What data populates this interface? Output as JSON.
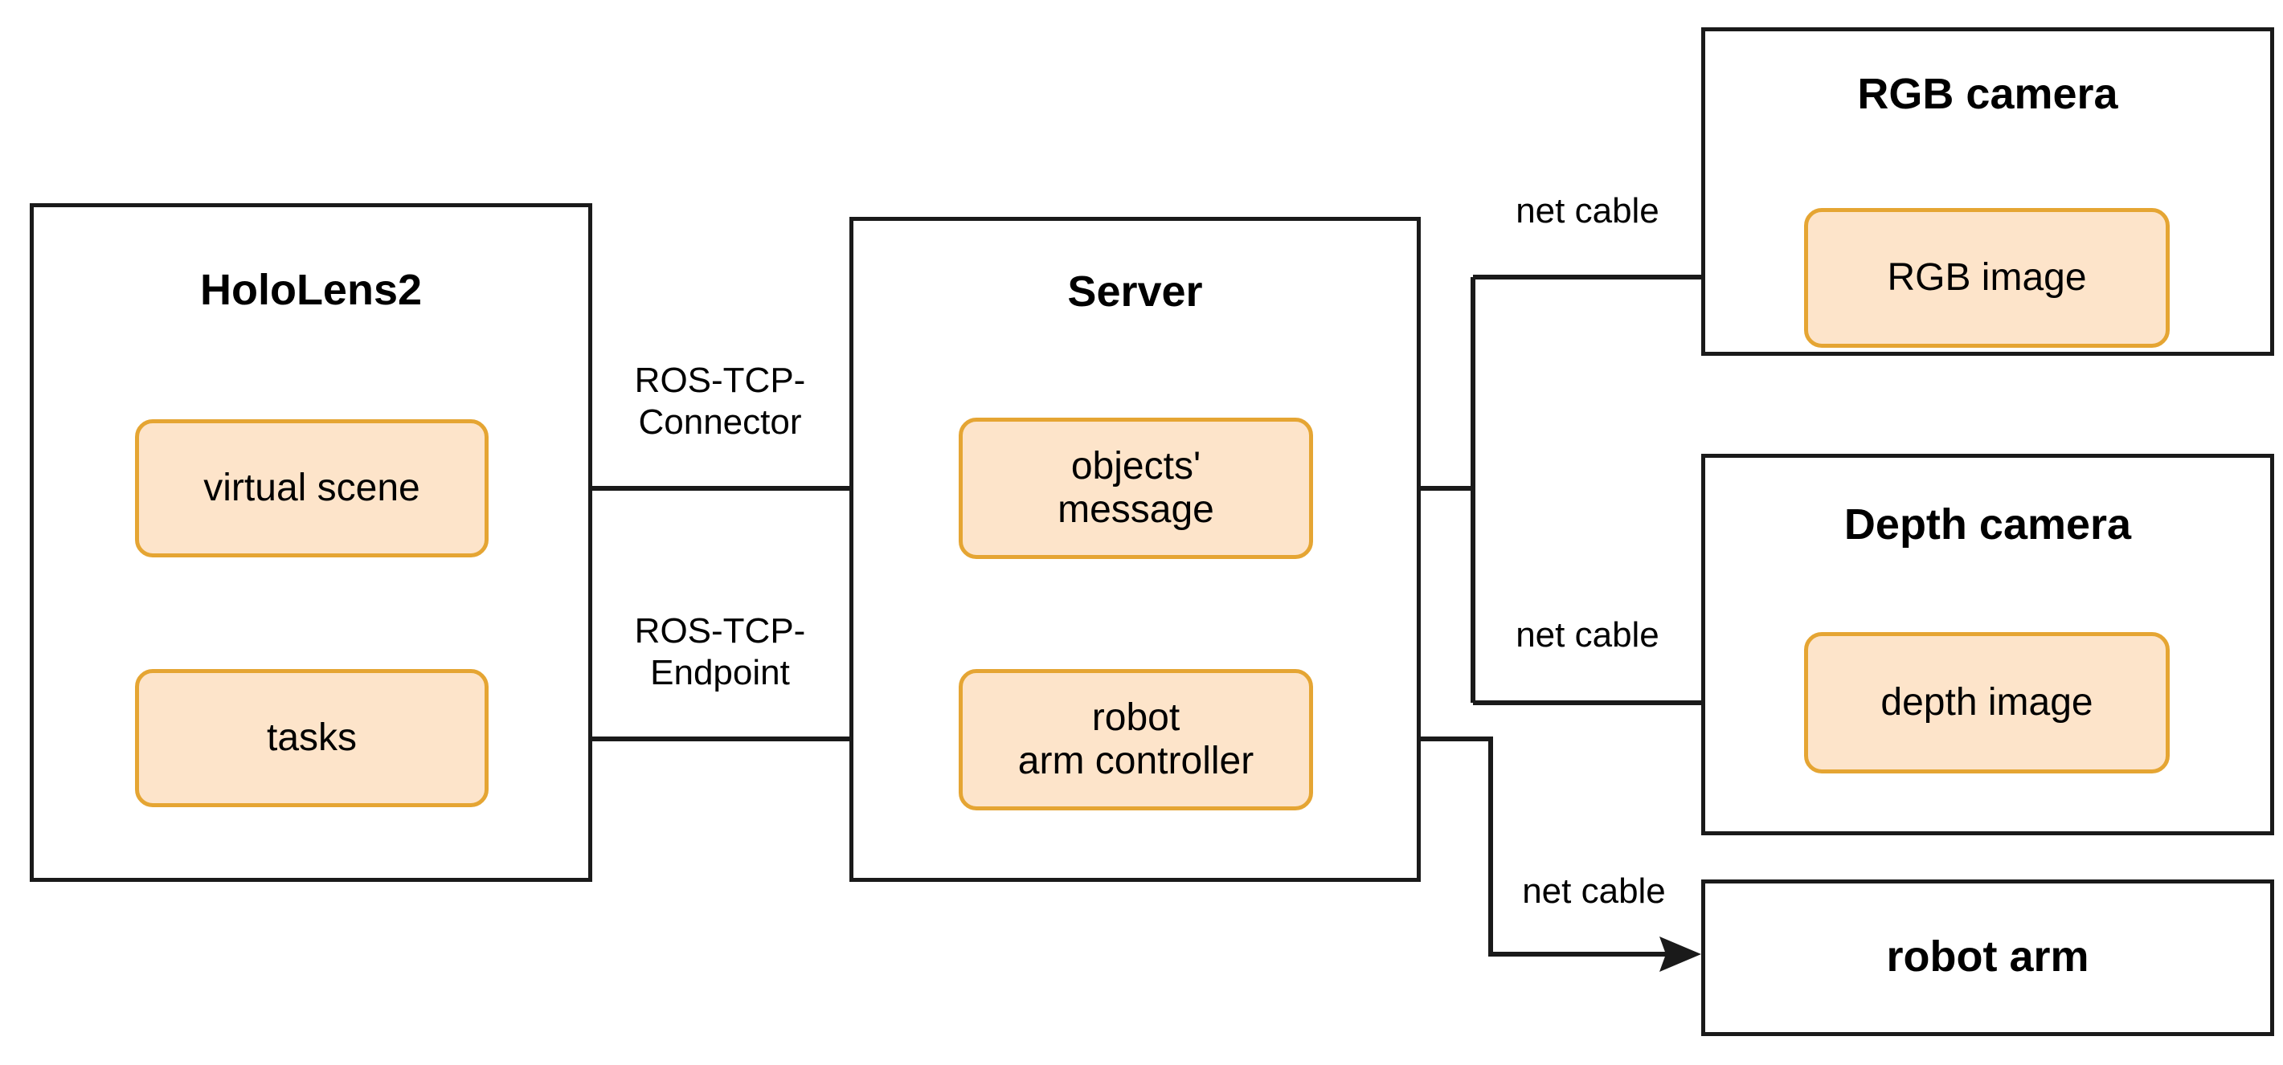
{
  "diagram": {
    "title": "System architecture: HoloLens2 / Server / sensors / robot arm",
    "colors": {
      "node_fill": "#fde4ca",
      "node_border": "#e5a533",
      "container_border": "#1a1a1a",
      "line": "#1a1a1a",
      "background": "#ffffff",
      "text": "#000000"
    },
    "containers": [
      {
        "id": "hololens2",
        "label": "HoloLens2"
      },
      {
        "id": "server",
        "label": "Server"
      },
      {
        "id": "rgb-camera",
        "label": "RGB camera"
      },
      {
        "id": "depth-camera",
        "label": "Depth camera"
      },
      {
        "id": "robot-arm",
        "label": "robot arm"
      }
    ],
    "nodes": [
      {
        "id": "virtual-scene",
        "label": "virtual scene",
        "parent": "hololens2"
      },
      {
        "id": "tasks",
        "label": "tasks",
        "parent": "hololens2"
      },
      {
        "id": "objects-message",
        "label": "objects'\nmessage",
        "parent": "server"
      },
      {
        "id": "robot-arm-controller",
        "label": "robot\narm controller",
        "parent": "server"
      },
      {
        "id": "rgb-image",
        "label": "RGB image",
        "parent": "rgb-camera"
      },
      {
        "id": "depth-image",
        "label": "depth image",
        "parent": "depth-camera"
      }
    ],
    "edge_labels": [
      {
        "id": "ros-tcp-connector",
        "label": "ROS-TCP-\nConnector"
      },
      {
        "id": "ros-tcp-endpoint",
        "label": "ROS-TCP-\nEndpoint"
      },
      {
        "id": "net-cable-rgb",
        "label": "net cable"
      },
      {
        "id": "net-cable-depth",
        "label": "net cable"
      },
      {
        "id": "net-cable-robot",
        "label": "net cable"
      }
    ],
    "edges": [
      {
        "id": "edge-objects-to-virtual-scene",
        "from": "objects-message",
        "to": "virtual-scene",
        "arrow": "to",
        "label": "ROS-TCP-Connector"
      },
      {
        "id": "edge-tasks-to-controller",
        "from": "tasks",
        "to": "robot-arm-controller",
        "arrow": "to",
        "label": "ROS-TCP-Endpoint"
      },
      {
        "id": "edge-rgb-to-objects",
        "from": "rgb-image",
        "to": "objects-message",
        "arrow": "to",
        "label": "net cable"
      },
      {
        "id": "edge-depth-to-objects",
        "from": "depth-image",
        "to": "objects-message",
        "arrow": "to",
        "label": "net cable"
      },
      {
        "id": "edge-controller-to-robot-arm",
        "from": "robot-arm-controller",
        "to": "robot-arm",
        "arrow": "to",
        "label": "net cable"
      }
    ]
  }
}
